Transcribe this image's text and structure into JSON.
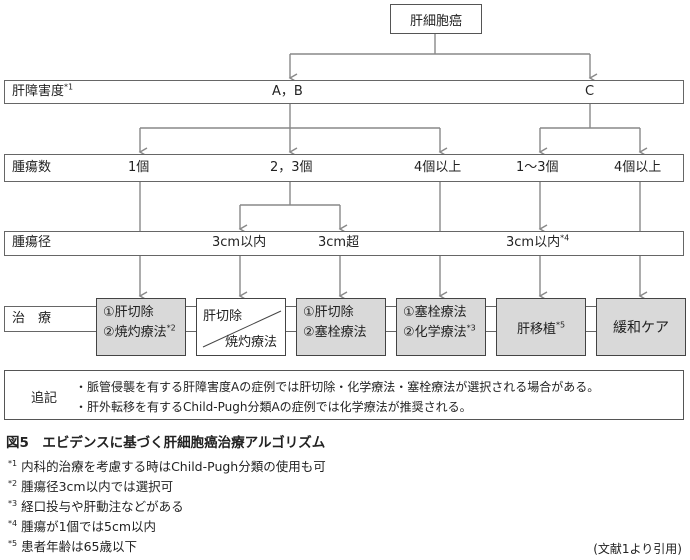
{
  "root": {
    "label": "肝細胞癌"
  },
  "rows": {
    "liver_damage": {
      "label": "肝障害度",
      "mark": "*1",
      "ab": "A，B",
      "c": "C"
    },
    "tumor_count": {
      "label": "腫瘍数",
      "one": "1個",
      "two_three": "2，3個",
      "four_plus_ab": "4個以上",
      "one_three_c": "1〜3個",
      "four_plus_c": "4個以上"
    },
    "tumor_size": {
      "label": "腫瘍径",
      "within3": "3cm以内",
      "over3": "3cm超",
      "within3_c": "3cm以内",
      "within3_c_mark": "*4"
    },
    "treatment": {
      "label": "治　療"
    }
  },
  "treatments": [
    {
      "line1": "①肝切除",
      "line2": "②焼灼療法",
      "line2_mark": "*2"
    },
    {
      "line1": "肝切除",
      "line2": "焼灼療法"
    },
    {
      "line1": "①肝切除",
      "line2": "②塞栓療法"
    },
    {
      "line1": "①塞栓療法",
      "line2": "②化学療法",
      "line2_mark": "*3"
    },
    {
      "line1": "肝移植",
      "line1_mark": "*5"
    },
    {
      "line1": "緩和ケア"
    }
  ],
  "addendum": {
    "title": "追記",
    "lines": [
      "・脈管侵襲を有する肝障害度Aの症例では肝切除・化学療法・塞栓療法が選択される場合がある。",
      "・肝外転移を有するChild-Pugh分類Aの症例では化学療法が推奨される。"
    ]
  },
  "caption": "図5　エビデンスに基づく肝細胞癌治療アルゴリズム",
  "footnotes": [
    {
      "mark": "*1",
      "text": "内科的治療を考慮する時はChild-Pugh分類の使用も可"
    },
    {
      "mark": "*2",
      "text": "腫瘍径3cm以内では選択可"
    },
    {
      "mark": "*3",
      "text": "経口投与や肝動注などがある"
    },
    {
      "mark": "*4",
      "text": "腫瘍が1個では5cm以内"
    },
    {
      "mark": "*5",
      "text": "患者年齢は65歳以下"
    }
  ],
  "citation": "(文献1より引用)"
}
